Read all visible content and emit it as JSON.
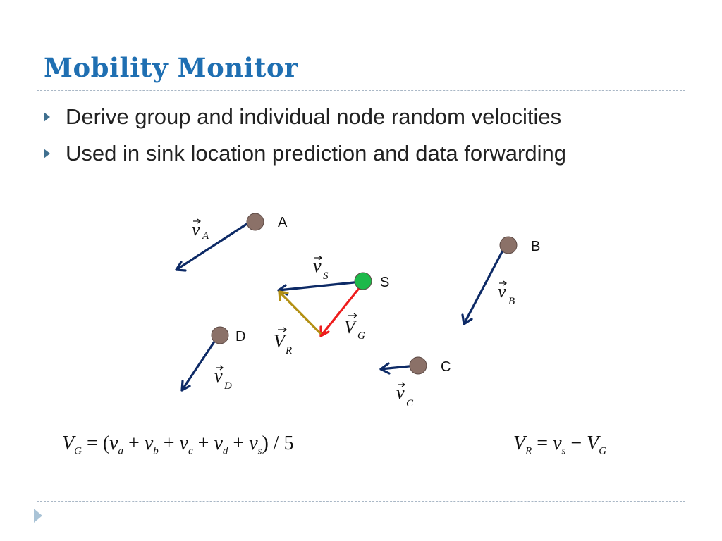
{
  "slide": {
    "title": "Mobility Monitor",
    "bullets": [
      "Derive group and individual node random velocities",
      "Used in sink location prediction and data forwarding"
    ]
  },
  "diagram": {
    "nodes": [
      {
        "id": "A",
        "label": "A",
        "color": "#8b7168"
      },
      {
        "id": "B",
        "label": "B",
        "color": "#8b7168"
      },
      {
        "id": "C",
        "label": "C",
        "color": "#8b7168"
      },
      {
        "id": "D",
        "label": "D",
        "color": "#8b7168"
      },
      {
        "id": "S",
        "label": "S",
        "color": "#1db94a"
      }
    ],
    "vectors": {
      "vA": {
        "base": "v",
        "sub": "A"
      },
      "vB": {
        "base": "v",
        "sub": "B"
      },
      "vC": {
        "base": "v",
        "sub": "C"
      },
      "vD": {
        "base": "v",
        "sub": "D"
      },
      "vS": {
        "base": "v",
        "sub": "S"
      },
      "VG": {
        "base": "V",
        "sub": "G"
      },
      "VR": {
        "base": "V",
        "sub": "R"
      }
    },
    "colors": {
      "velocity": "#0d2a66",
      "group": "#ee1c1c",
      "relative": "#b39013"
    }
  },
  "formulas": {
    "group": {
      "lhs": "V",
      "lhs_sub": "G",
      "eq": " = (",
      "terms": [
        {
          "base": "v",
          "sub": "a"
        },
        {
          "base": "v",
          "sub": "b"
        },
        {
          "base": "v",
          "sub": "c"
        },
        {
          "base": "v",
          "sub": "d"
        },
        {
          "base": "v",
          "sub": "s"
        }
      ],
      "plus": " + ",
      "tail": ") / 5"
    },
    "relative": {
      "lhs": "V",
      "lhs_sub": "R",
      "eq": " = ",
      "t1": "v",
      "t1_sub": "s",
      "minus": " − ",
      "t2": "V",
      "t2_sub": "G"
    }
  }
}
